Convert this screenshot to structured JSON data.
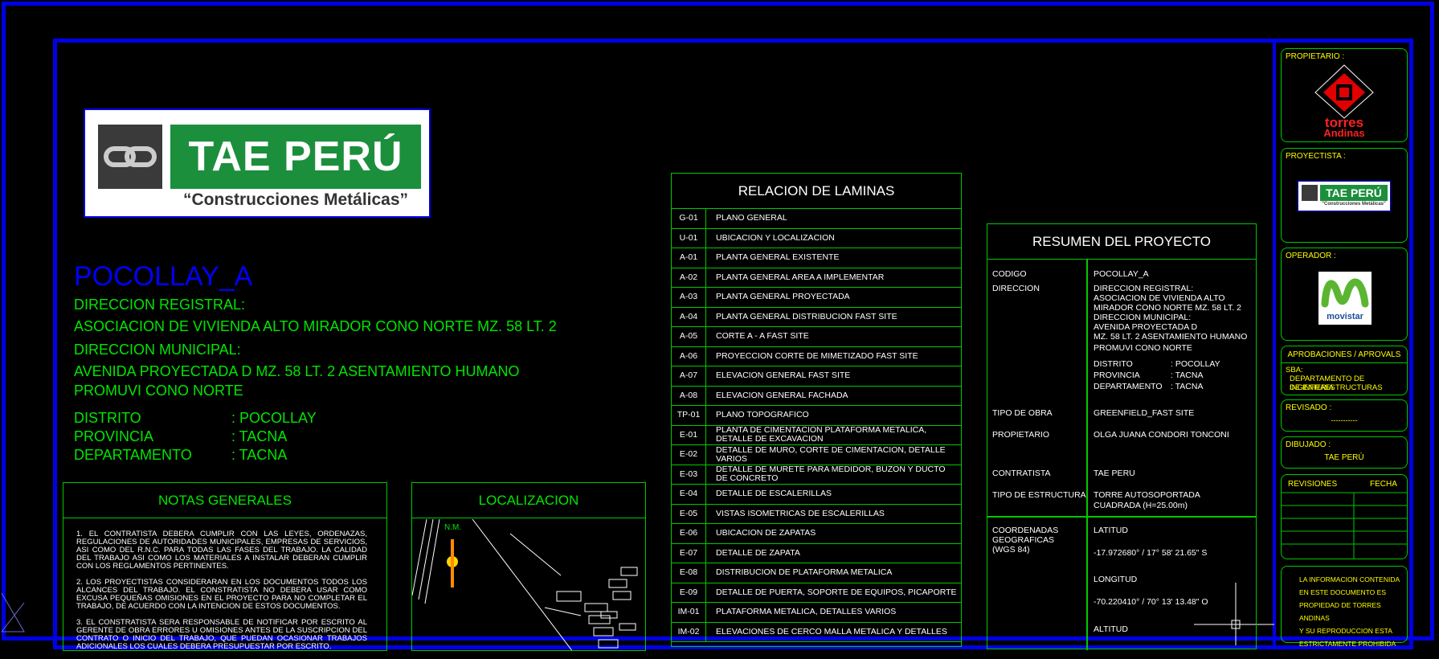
{
  "logo": {
    "title": "TAE PERÚ",
    "subtitle": "“Construcciones Metálicas”"
  },
  "project": {
    "name": "POCOLLAY_A",
    "reg_label": "DIRECCION REGISTRAL:",
    "reg_value": "ASOCIACION DE VIVIENDA ALTO MIRADOR CONO NORTE MZ. 58 LT. 2",
    "mun_label": "DIRECCION MUNICIPAL:",
    "mun_value_1": "AVENIDA PROYECTADA D MZ. 58 LT. 2 ASENTAMIENTO HUMANO",
    "mun_value_2": "PROMUVI CONO NORTE",
    "distrito_label": "DISTRITO",
    "distrito_value": ":  POCOLLAY",
    "provincia_label": "PROVINCIA",
    "provincia_value": ":  TACNA",
    "depto_label": "DEPARTAMENTO",
    "depto_value": ":  TACNA"
  },
  "notes": {
    "title": "NOTAS GENERALES",
    "items": [
      "1. EL CONTRATISTA DEBERA CUMPLIR CON LAS LEYES, ORDENAZAS, REGULACIONES DE AUTORIDADES MUNICIPALES, EMPRESAS DE SERVICIOS, ASI COMO DEL R.N.C. PARA TODAS LAS FASES DEL TRABAJO. LA CALIDAD DEL TRABAJO ASI COMO LOS MATERIALES A INSTALAR DEBERAN CUMPLIR CON LOS REGLAMENTOS PERTINENTES.",
      "2. LOS PROYECTISTAS CONSIDERARAN EN LOS DOCUMENTOS TODOS LOS ALCANCES DEL TRABAJO. EL CONSTRATISTA NO DEBERA USAR COMO EXCUSA PEQUEÑAS OMISIONES EN EL PROYECTO PARA NO COMPLETAR EL TRABAJO, DE ACUERDO CON LA INTENCION DE ESTOS DOCUMENTOS.",
      "3. EL CONSTRATISTA SERA RESPONSABLE DE NOTIFICAR POR ESCRITO AL GERENTE DE OBRA ERRORES U OMISIONES ANTES DE LA SUSCRIPCION DEL CONTRATO O INICIO DEL TRABAJO, QUE PUEDAN OCASIONAR TRABAJOS ADICIONALES LOS CUALES DEBERA PRESUPUESTAR POR ESCRITO."
    ]
  },
  "localizacion": {
    "title": "LOCALIZACION",
    "north": "N.M."
  },
  "laminas": {
    "title": "RELACION DE LAMINAS",
    "rows": [
      {
        "code": "G-01",
        "desc": "PLANO GENERAL"
      },
      {
        "code": "U-01",
        "desc": "UBICACION Y LOCALIZACION"
      },
      {
        "code": "A-01",
        "desc": "PLANTA GENERAL EXISTENTE"
      },
      {
        "code": "A-02",
        "desc": "PLANTA GENERAL AREA A IMPLEMENTAR"
      },
      {
        "code": "A-03",
        "desc": "PLANTA GENERAL PROYECTADA"
      },
      {
        "code": "A-04",
        "desc": "PLANTA GENERAL DISTRIBUCION FAST SITE"
      },
      {
        "code": "A-05",
        "desc": "CORTE A - A FAST SITE"
      },
      {
        "code": "A-06",
        "desc": "PROYECCION CORTE DE MIMETIZADO FAST SITE"
      },
      {
        "code": "A-07",
        "desc": "ELEVACION GENERAL FAST SITE"
      },
      {
        "code": "A-08",
        "desc": "ELEVACION GENERAL FACHADA"
      },
      {
        "code": "TP-01",
        "desc": "PLANO TOPOGRAFICO"
      },
      {
        "code": "E-01",
        "desc": "PLANTA DE CIMENTACION PLATAFORMA METALICA, DETALLE DE EXCAVACION"
      },
      {
        "code": "E-02",
        "desc": "DETALLE DE MURO, CORTE DE CIMENTACION, DETALLE VARIOS"
      },
      {
        "code": "E-03",
        "desc": "DETALLE DE MURETE PARA MEDIDOR, BUZON Y DUCTO DE CONCRETO"
      },
      {
        "code": "E-04",
        "desc": "DETALLE DE ESCALERILLAS"
      },
      {
        "code": "E-05",
        "desc": "VISTAS ISOMETRICAS DE ESCALERILLAS"
      },
      {
        "code": "E-06",
        "desc": "UBICACION DE ZAPATAS"
      },
      {
        "code": "E-07",
        "desc": "DETALLE DE ZAPATA"
      },
      {
        "code": "E-08",
        "desc": "DISTRIBUCION DE PLATAFORMA METALICA"
      },
      {
        "code": "E-09",
        "desc": "DETALLE DE PUERTA, SOPORTE DE EQUIPOS, PICAPORTE"
      },
      {
        "code": "IM-01",
        "desc": "PLATAFORMA METALICA, DETALLES VARIOS"
      },
      {
        "code": "IM-02",
        "desc": "ELEVACIONES DE CERCO MALLA METALICA Y DETALLES"
      }
    ]
  },
  "resumen": {
    "title": "RESUMEN DEL PROYECTO",
    "codigo_label": "CODIGO",
    "codigo_value": "POCOLLAY_A",
    "direccion_label": "DIRECCION",
    "dir_lines": [
      "DIRECCION REGISTRAL:",
      "ASOCIACION DE VIVIENDA ALTO",
      "MIRADOR CONO NORTE MZ. 58 LT. 2",
      "DIRECCION MUNICIPAL:",
      "AVENIDA PROYECTADA D",
      "MZ. 58 LT. 2 ASENTAMIENTO HUMANO",
      "PROMUVI CONO NORTE"
    ],
    "distrito_k": "DISTRITO",
    "distrito_v": ": POCOLLAY",
    "provincia_k": "PROVINCIA",
    "provincia_v": ": TACNA",
    "depto_k": "DEPARTAMENTO",
    "depto_v": ": TACNA",
    "tipo_obra_label": "TIPO DE OBRA",
    "tipo_obra_value": "GREENFIELD_FAST SITE",
    "propietario_label": "PROPIETARIO",
    "propietario_value": "OLGA JUANA CONDORI TONCONI",
    "contratista_label": "CONTRATISTA",
    "contratista_value": "TAE PERU",
    "estructura_label": "TIPO DE ESTRUCTURA",
    "estructura_value_1": "TORRE AUTOSOPORTADA",
    "estructura_value_2": "CUADRADA (H=25.00m)",
    "coord_label_1": "COORDENADAS",
    "coord_label_2": "GEOGRAFICAS",
    "coord_label_3": "(WGS 84)",
    "latitud_label": "LATITUD",
    "latitud_value": "-17.972680°  /  17° 58' 21.65\" S",
    "longitud_label": "LONGITUD",
    "longitud_value": "-70.220410°  /  70° 13' 13.48\" O",
    "altitud_label": "ALTITUD"
  },
  "titleblock": {
    "propietario": "PROPIETARIO :",
    "torres_1": "torres",
    "torres_2": "Andinas",
    "proyectista": "PROYECTISTA :",
    "mini_title": "TAE PERÚ",
    "mini_sub": "\"Construcciones Metálicas\"",
    "operador": "OPERADOR :",
    "movistar": "movistar",
    "aprobaciones": "APROBACIONES / APROVALS",
    "sba": "SBA:",
    "sba_1": "DEPARTAMENTO DE INGENIERIA",
    "sba_2": "DE INFRAESTRUCTURAS",
    "revisado": "REVISADO :",
    "revisado_value": "-----------",
    "dibujado": "DIBUJADO :",
    "dibujado_value": "TAE PERÚ",
    "revisiones": "REVISIONES",
    "fecha": "FECHA",
    "disclaimer": [
      "LA INFORMACION CONTENIDA",
      "EN ESTE DOCUMENTO ES",
      "PROPIEDAD DE TORRES ANDINAS",
      "Y SU REPRODUCCION ESTA",
      "ESTRICTAMENTE PROHIBIDA"
    ]
  },
  "colors": {
    "frame": "#0000e6",
    "lines": "#00c800",
    "text_green": "#00e600",
    "title_blue": "#0000ff",
    "labels": "#ffff00"
  }
}
